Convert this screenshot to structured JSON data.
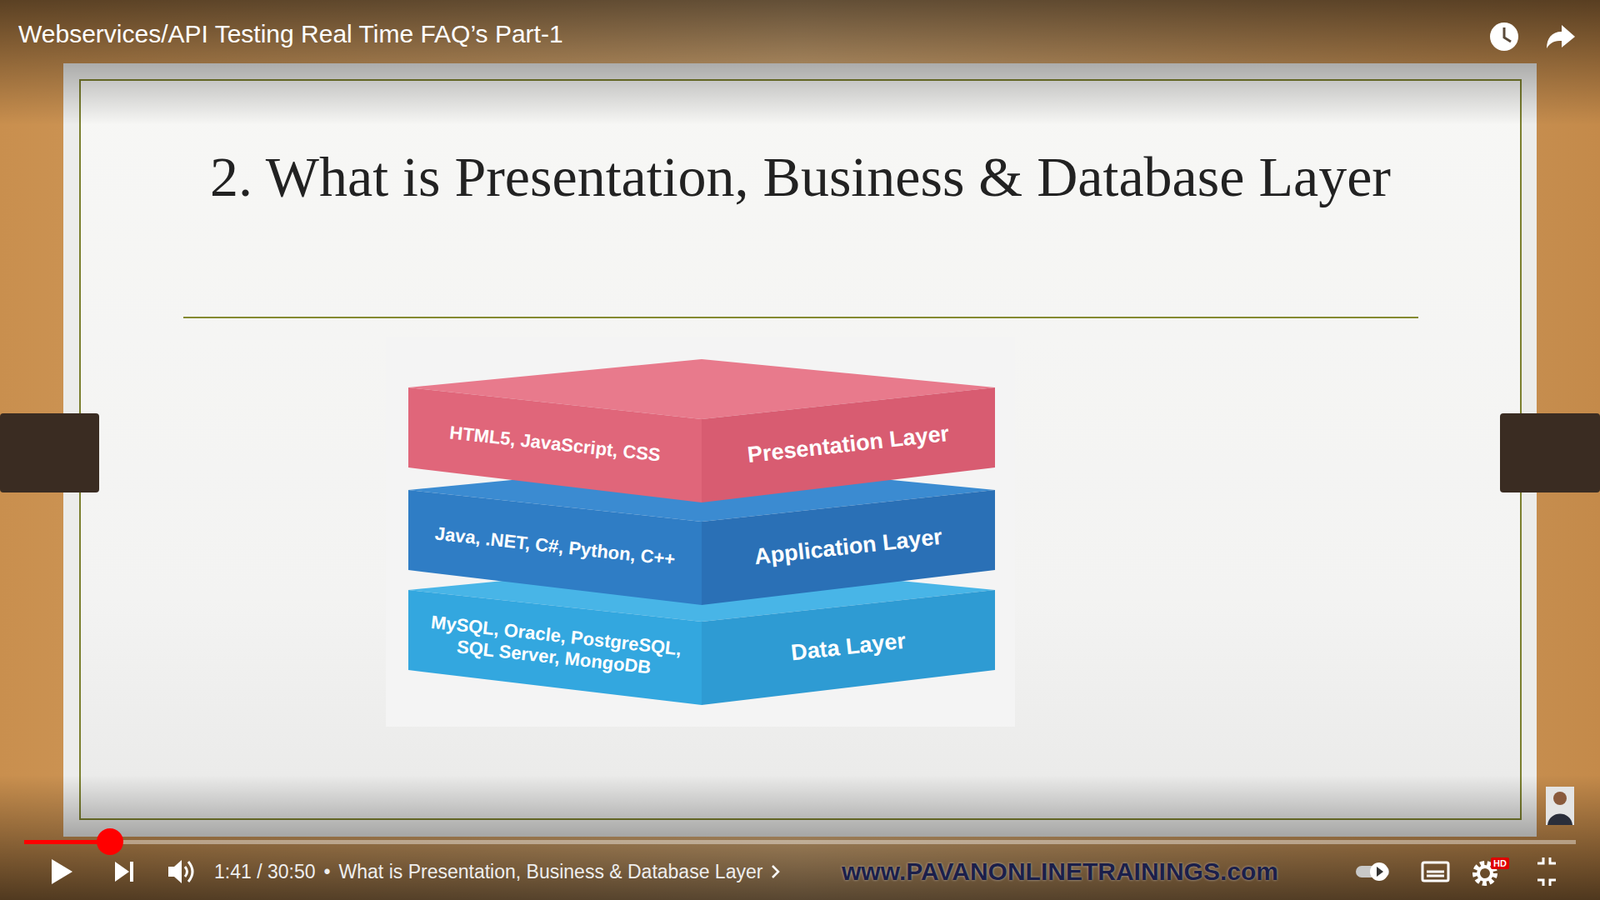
{
  "diagram": {
    "title": "2. What is Presentation, Business & Database Layer",
    "nodes": [
      {
        "text": [
          "HTML5, JavaScript, CSS",
          "Presentation Layer"
        ]
      },
      {
        "text": [
          "Java, .NET, C#, Python, C++",
          "Application Layer"
        ]
      },
      {
        "text": [
          "MySQL, Oracle, PostgreSQL, SQL Server, MongoDB",
          "Data Layer"
        ]
      }
    ],
    "labels": [
      "Webservices/API Testing Real Time FAQ’s Part-1",
      "1:41 / 30:50",
      "•",
      "What is Presentation, Business & Database Layer",
      "www.PAVANONLINETRAININGS.com",
      "HD"
    ]
  }
}
